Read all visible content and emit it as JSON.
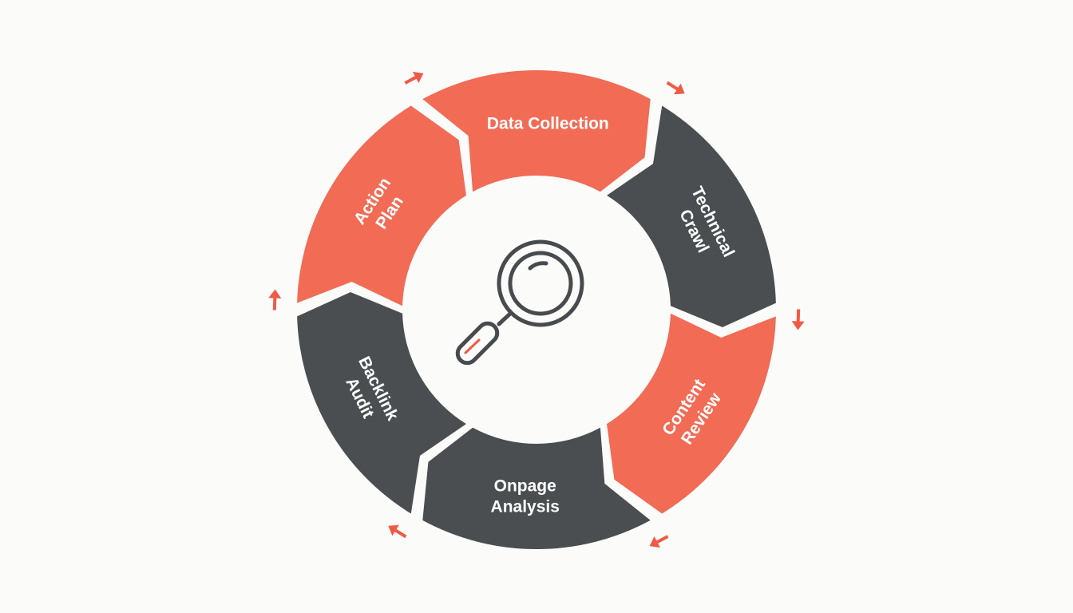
{
  "diagram": {
    "type": "cycle",
    "center_icon": "magnifying-glass-icon",
    "colors": {
      "coral": "#f16b55",
      "charcoal": "#4a4e51",
      "background": "#fbfbfa",
      "label": "#ffffff",
      "arrow": "#f05a45"
    },
    "segments": [
      {
        "id": "data-collection",
        "lines": [
          "Data Collection"
        ],
        "color": "coral"
      },
      {
        "id": "technical-crawl",
        "lines": [
          "Technical",
          "Crawl"
        ],
        "color": "charcoal"
      },
      {
        "id": "content-review",
        "lines": [
          "Content",
          "Review"
        ],
        "color": "coral"
      },
      {
        "id": "onpage-analysis",
        "lines": [
          "Onpage",
          "Analysis"
        ],
        "color": "charcoal"
      },
      {
        "id": "backlink-audit",
        "lines": [
          "Backlink",
          "Audit"
        ],
        "color": "charcoal"
      },
      {
        "id": "action-plan",
        "lines": [
          "Action",
          "Plan"
        ],
        "color": "coral"
      }
    ],
    "arrow_direction": "clockwise",
    "arrow_count": 6
  }
}
